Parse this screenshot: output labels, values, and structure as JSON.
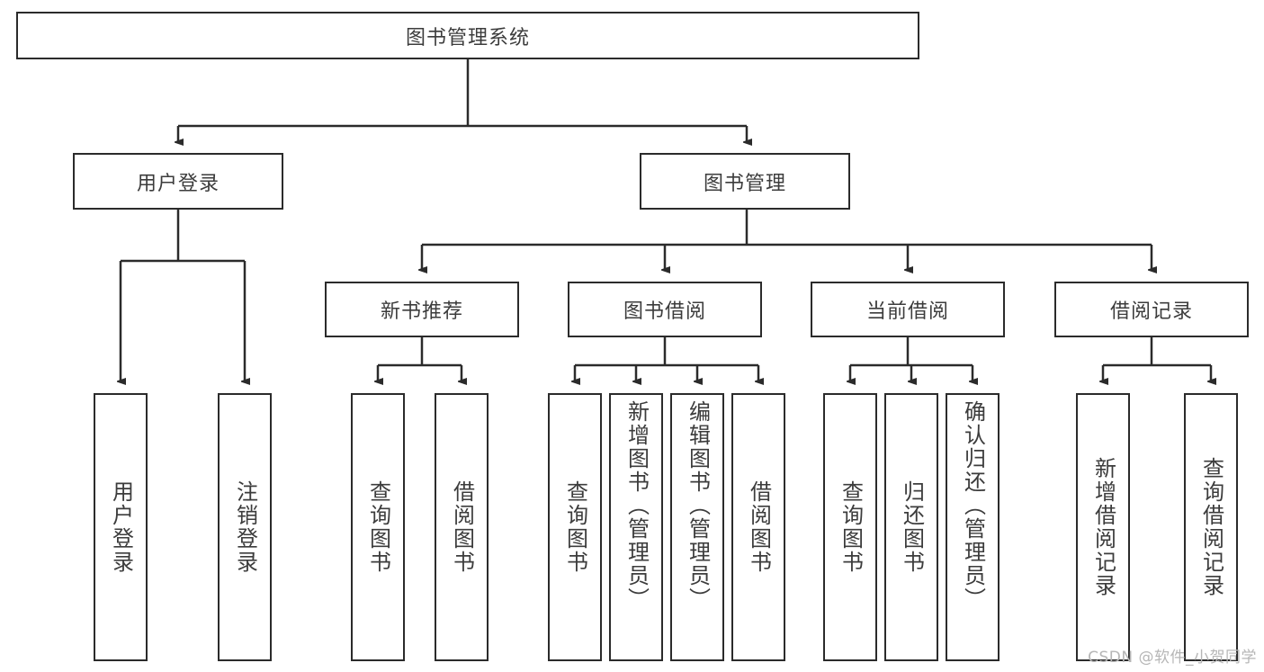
{
  "diagram": {
    "title": "图书管理系统",
    "type": "tree-hierarchy-diagram",
    "root": {
      "label": "图书管理系统"
    },
    "level2": [
      {
        "label": "用户登录"
      },
      {
        "label": "图书管理"
      }
    ],
    "level3": [
      {
        "label": "新书推荐"
      },
      {
        "label": "图书借阅"
      },
      {
        "label": "当前借阅"
      },
      {
        "label": "借阅记录"
      }
    ],
    "leaves": {
      "user_login": [
        {
          "label": "用户登录"
        },
        {
          "label": "注销登录"
        }
      ],
      "new_book_recommend": [
        {
          "label": "查询图书"
        },
        {
          "label": "借阅图书"
        }
      ],
      "book_borrow": [
        {
          "label": "查询图书"
        },
        {
          "label": "新增图书（管理员）"
        },
        {
          "label": "编辑图书（管理员）"
        },
        {
          "label": "借阅图书"
        }
      ],
      "current_borrow": [
        {
          "label": "查询图书"
        },
        {
          "label": "归还图书"
        },
        {
          "label": "确认归还（管理员）"
        }
      ],
      "borrow_record": [
        {
          "label": "新增借阅记录"
        },
        {
          "label": "查询借阅记录"
        }
      ]
    }
  },
  "watermark": {
    "text": "CSDN @软件_小贺同学"
  },
  "colors": {
    "box_border": "#2b2b2b",
    "text": "#3c3c3c",
    "connector": "#2b2b2b",
    "background": "#ffffff",
    "watermark": "#b6b6b6"
  }
}
